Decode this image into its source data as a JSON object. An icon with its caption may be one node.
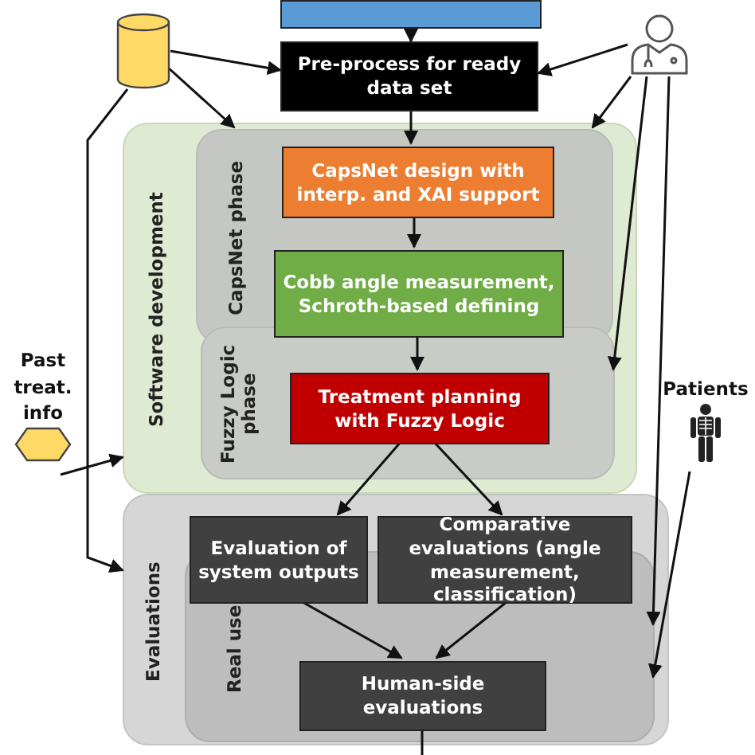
{
  "diagram": {
    "nodes": [
      {
        "text": [],
        "shape": "box"
      },
      {
        "text": [],
        "shape": "cylinder"
      },
      {
        "text": [],
        "shape": "person"
      },
      {
        "text": [
          "Pre-process for ready data set"
        ]
      },
      {
        "text": [
          "Software development"
        ]
      },
      {
        "text": [
          "CapsNet phase"
        ],
        "in": 4
      },
      {
        "text": [
          "CapsNet design with interp. and XAI support"
        ],
        "in": 5
      },
      {
        "text": [
          "Cobb angle measurement, Schroth-based defining"
        ],
        "in": 5
      },
      {
        "text": [
          "Fuzzy Logic phase"
        ],
        "in": 4
      },
      {
        "text": [
          "Treatment planning with Fuzzy Logic"
        ],
        "in": 8
      },
      {
        "text": [
          "Past treat. info"
        ]
      },
      {
        "text": [
          "Patients"
        ]
      },
      {
        "text": [
          "Evaluations"
        ]
      },
      {
        "text": [
          "Real use"
        ],
        "in": 12
      },
      {
        "text": [
          "Evaluation of system outputs"
        ],
        "in": 12
      },
      {
        "text": [
          "Comparative evaluations (angle measurement, classification)"
        ],
        "in": 12
      },
      {
        "text": [
          "Human-side evaluations"
        ],
        "in": 13
      }
    ],
    "edges": [
      {
        "from": 0,
        "to": 3,
        "arrow": "to"
      },
      {
        "from": 1,
        "to": 3,
        "arrow": "to"
      },
      {
        "from": 1,
        "to": 5,
        "arrow": "to"
      },
      {
        "from": 1,
        "to": 12,
        "arrow": "to"
      },
      {
        "from": 2,
        "to": 3,
        "arrow": "to"
      },
      {
        "from": 2,
        "to": 5,
        "arrow": "to"
      },
      {
        "from": 2,
        "to": 8,
        "arrow": "to"
      },
      {
        "from": 2,
        "to": 13,
        "arrow": "to"
      },
      {
        "from": 11,
        "to": 13,
        "arrow": "to"
      },
      {
        "from": 3,
        "to": 6,
        "arrow": "to"
      },
      {
        "from": 6,
        "to": 7,
        "arrow": "to"
      },
      {
        "from": 7,
        "to": 9,
        "arrow": "to"
      },
      {
        "from": 9,
        "to": 14,
        "arrow": "to"
      },
      {
        "from": 9,
        "to": 15,
        "arrow": "to"
      },
      {
        "from": 14,
        "to": 16,
        "arrow": "to"
      },
      {
        "from": 15,
        "to": 16,
        "arrow": "to"
      },
      {
        "from": 16,
        "to": null,
        "arrow": "none"
      },
      {
        "from": 10,
        "to": 4,
        "arrow": "to"
      }
    ]
  }
}
